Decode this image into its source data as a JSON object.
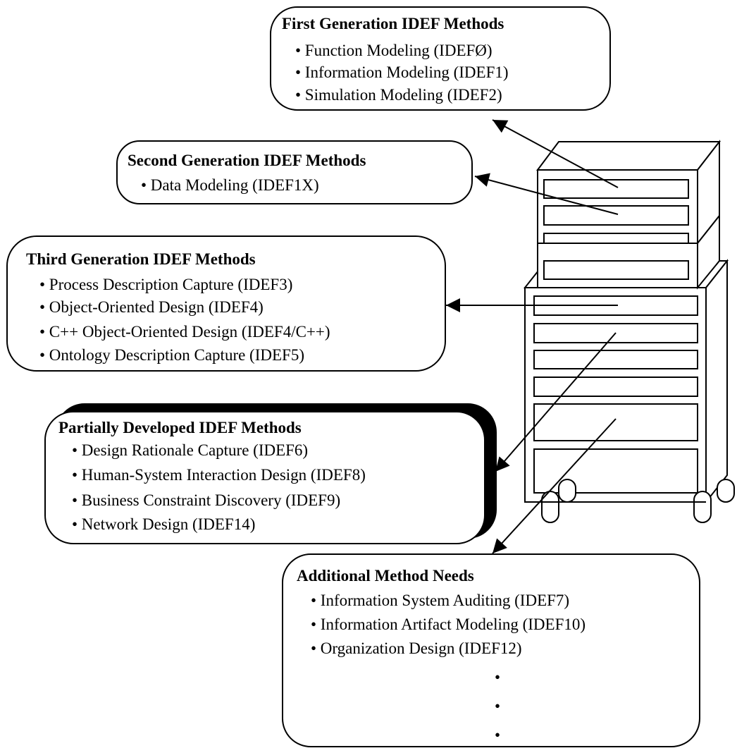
{
  "boxes": {
    "first_generation": {
      "title": "First Generation IDEF Methods",
      "items": [
        "• Function Modeling (IDEFØ)",
        "• Information Modeling (IDEF1)",
        "• Simulation Modeling (IDEF2)"
      ]
    },
    "second_generation": {
      "title": "Second Generation IDEF Methods",
      "items": [
        "• Data Modeling (IDEF1X)"
      ]
    },
    "third_generation": {
      "title": "Third Generation IDEF Methods",
      "items": [
        "• Process Description Capture (IDEF3)",
        "• Object-Oriented Design (IDEF4)",
        "• C++ Object-Oriented Design (IDEF4/C++)",
        "• Ontology Description Capture (IDEF5)"
      ]
    },
    "partially_developed": {
      "title": "Partially Developed IDEF Methods",
      "items": [
        "• Design Rationale Capture (IDEF6)",
        "• Human-System Interaction Design (IDEF8)",
        "• Business Constraint Discovery (IDEF9)",
        "• Network Design (IDEF14)"
      ]
    },
    "additional_needs": {
      "title": "Additional Method Needs",
      "items": [
        "• Information System Auditing (IDEF7)",
        "• Information Artifact Modeling (IDEF10)",
        "• Organization Design (IDEF12)"
      ],
      "ellipsis": [
        "•",
        "•",
        "•"
      ]
    }
  }
}
